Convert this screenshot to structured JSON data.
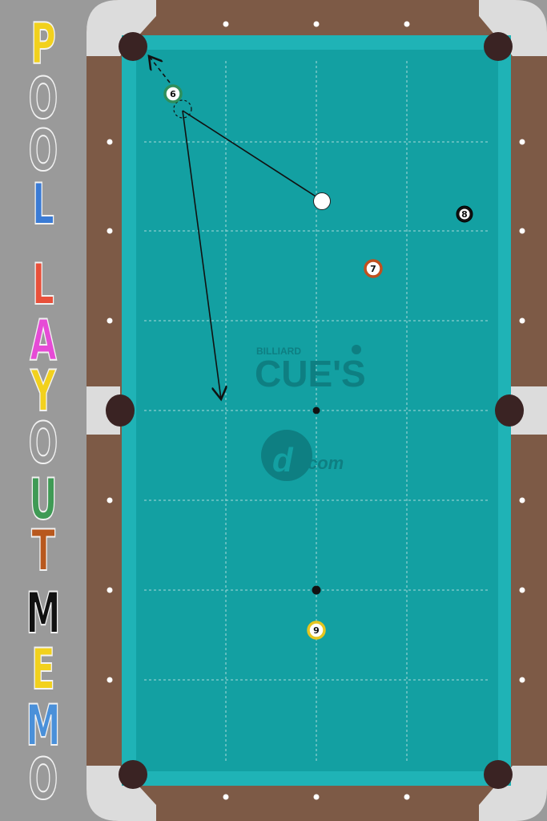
{
  "title": {
    "letters": [
      {
        "char": "P",
        "color": "#f2d11d"
      },
      {
        "char": "O",
        "color": "#9a9a9a"
      },
      {
        "char": "O",
        "color": "#9a9a9a"
      },
      {
        "char": "L",
        "color": "#3a7bd5"
      },
      {
        "char": "L",
        "color": "#e8503a"
      },
      {
        "char": "A",
        "color": "#e64bd6"
      },
      {
        "char": "Y",
        "color": "#f2d11d"
      },
      {
        "char": "O",
        "color": "#9a9a9a"
      },
      {
        "char": "U",
        "color": "#3f9a55"
      },
      {
        "char": "T",
        "color": "#b8581e"
      },
      {
        "char": "M",
        "color": "#111111"
      },
      {
        "char": "E",
        "color": "#f2d11d"
      },
      {
        "char": "M",
        "color": "#4a90d9"
      },
      {
        "char": "O",
        "color": "#9a9a9a"
      }
    ]
  },
  "watermark": {
    "small": "BILLIARD",
    "big": "CUE'S",
    "logo_text": "com"
  },
  "colors": {
    "felt": "#13a0a2",
    "cushion": "#1fb3b6",
    "rail_wood": "#7d5a46",
    "corner": "#dcdcdc",
    "pocket": "#3a2323",
    "diamond": "#ffffff"
  },
  "balls": [
    {
      "label": "",
      "kind": "cue"
    },
    {
      "label": "6",
      "kind": "stripe",
      "color": "#2f8f5b"
    },
    {
      "label": "7",
      "kind": "stripe",
      "color": "#c0501f"
    },
    {
      "label": "8",
      "kind": "solid",
      "color": "#111111"
    },
    {
      "label": "9",
      "kind": "stripe",
      "color": "#e6c51f"
    }
  ]
}
